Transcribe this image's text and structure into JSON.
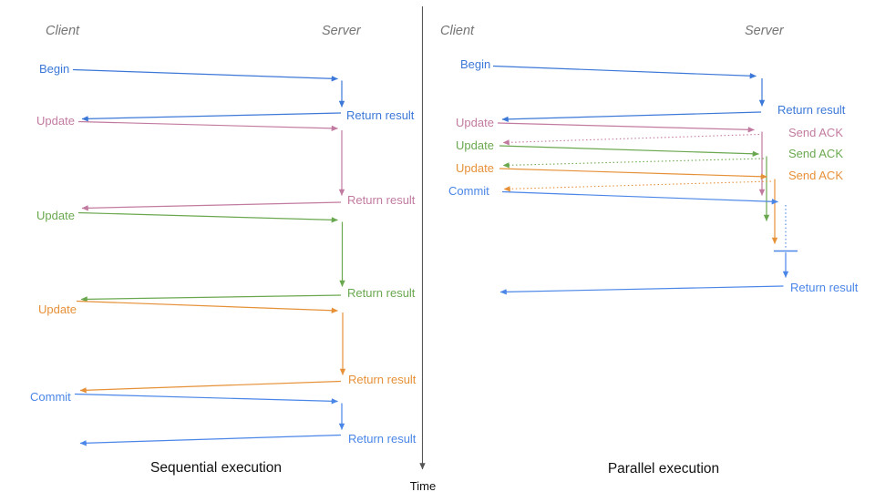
{
  "colors": {
    "begin_blue": "#3c78d8",
    "commit_blue": "#4a86e8",
    "update1_pink": "#c27ba0",
    "update2_green": "#6aa84f",
    "update3_orange": "#e69138",
    "header_gray": "#757575",
    "axis_gray": "#555555",
    "title_black": "#111111"
  },
  "time_axis": {
    "label": "Time"
  },
  "diagrams": {
    "sequential": {
      "title": "Sequential execution",
      "client_header": "Client",
      "server_header": "Server",
      "messages": [
        {
          "label": "Begin",
          "color": "#3c78d8",
          "response": "Return result"
        },
        {
          "label": "Update",
          "color": "#c27ba0",
          "response": "Return result"
        },
        {
          "label": "Update",
          "color": "#6aa84f",
          "response": "Return result"
        },
        {
          "label": "Update",
          "color": "#e69138",
          "response": "Return result"
        },
        {
          "label": "Commit",
          "color": "#4a86e8",
          "response": "Return result"
        }
      ]
    },
    "parallel": {
      "title": "Parallel execution",
      "client_header": "Client",
      "server_header": "Server",
      "messages": [
        {
          "label": "Begin",
          "color": "#3c78d8",
          "response": "Return result"
        },
        {
          "label": "Update",
          "color": "#c27ba0",
          "response": "Send ACK"
        },
        {
          "label": "Update",
          "color": "#6aa84f",
          "response": "Send ACK"
        },
        {
          "label": "Update",
          "color": "#e69138",
          "response": "Send ACK"
        },
        {
          "label": "Commit",
          "color": "#4a86e8",
          "response": "Return result"
        }
      ]
    }
  }
}
